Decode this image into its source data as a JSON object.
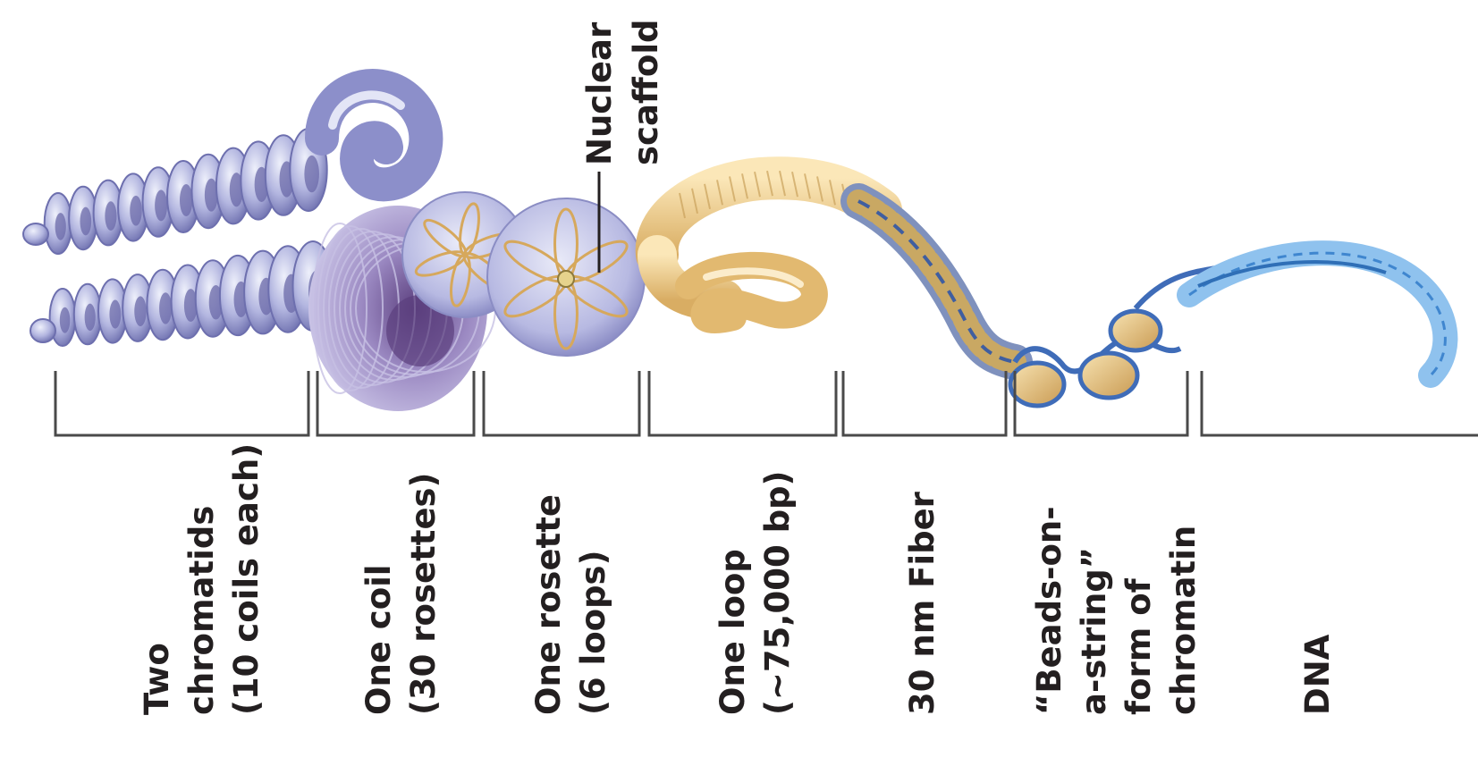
{
  "diagram": {
    "callout": {
      "label_lines": [
        "Nuclear",
        "scaffold"
      ]
    },
    "stages": [
      {
        "id": "two-chromatids",
        "lines": [
          "Two",
          "chromatids",
          "(10 coils each)"
        ]
      },
      {
        "id": "one-coil",
        "lines": [
          "One coil",
          "(30 rosettes)"
        ]
      },
      {
        "id": "one-rosette",
        "lines": [
          "One rosette",
          "(6 loops)"
        ]
      },
      {
        "id": "one-loop",
        "lines": [
          "One loop",
          "(~75,000 bp)"
        ]
      },
      {
        "id": "30nm-fiber",
        "lines": [
          "30 nm Fiber"
        ]
      },
      {
        "id": "beads-on-a-string",
        "lines": [
          "“Beads-on-",
          "a-string”",
          "form of",
          "chromatin"
        ]
      },
      {
        "id": "dna",
        "lines": [
          "DNA"
        ]
      }
    ],
    "colors": {
      "coil": "#a9acd8",
      "coil_dark": "#6e6fae",
      "coil_light": "#d9dbf1",
      "rosette_purple": "#8f7fb5",
      "loop_gold": "#e8c98a",
      "loop_gold_dark": "#c9a25a",
      "fiber_blue": "#4a6fb0",
      "dna_blue": "#6aa9e0",
      "bracket": "#4a4a4a",
      "text": "#231f20"
    }
  }
}
